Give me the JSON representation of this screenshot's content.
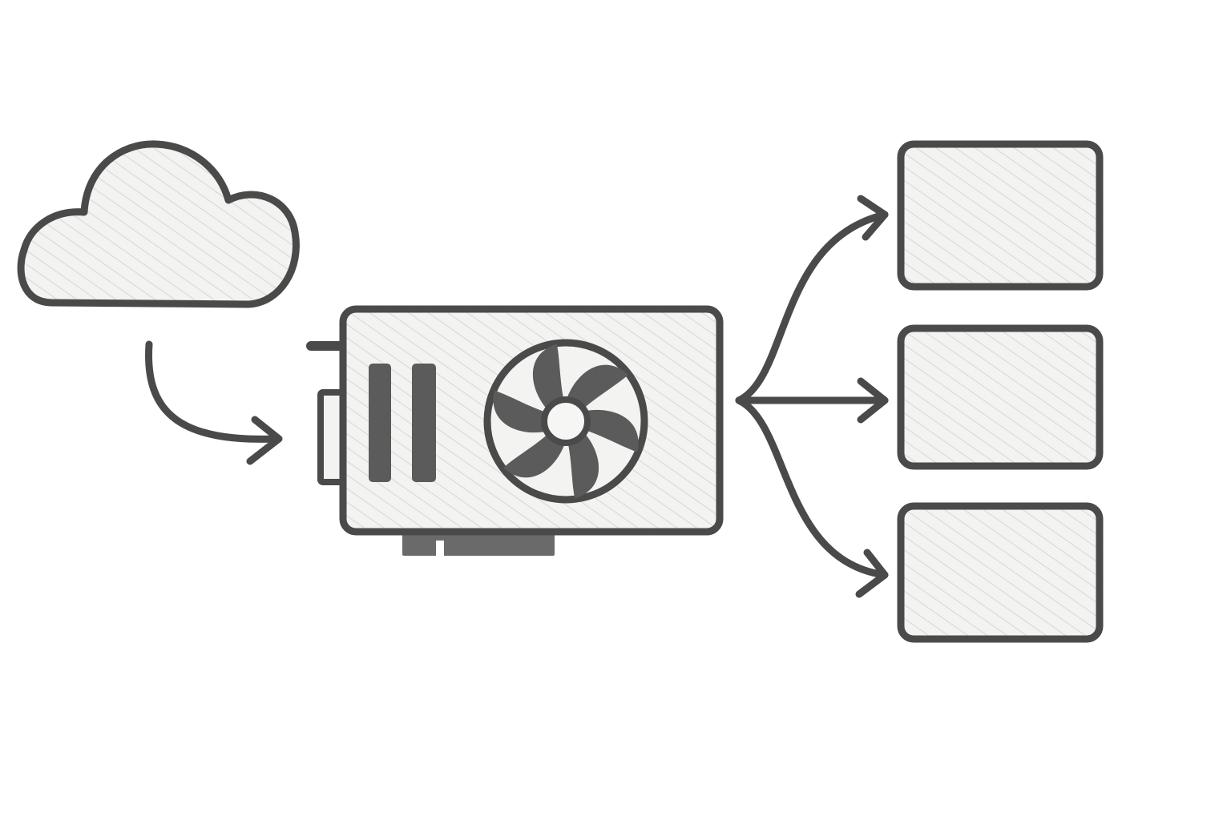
{
  "colors": {
    "background": "#ffffff",
    "ink": "#4a4a4a",
    "fill": "#f3f3f1",
    "hatch": "#cfcfcc",
    "dark_part": "#5b5b5b"
  },
  "nodes": {
    "source": {
      "icon": "cloud-icon"
    },
    "processor": {
      "icon": "graphics-card-icon"
    },
    "outputs": [
      {
        "icon": "box-icon"
      },
      {
        "icon": "box-icon"
      },
      {
        "icon": "box-icon"
      }
    ]
  },
  "edges": [
    {
      "from": "source",
      "to": "processor"
    },
    {
      "from": "processor",
      "to": "output-1"
    },
    {
      "from": "processor",
      "to": "output-2"
    },
    {
      "from": "processor",
      "to": "output-3"
    }
  ]
}
